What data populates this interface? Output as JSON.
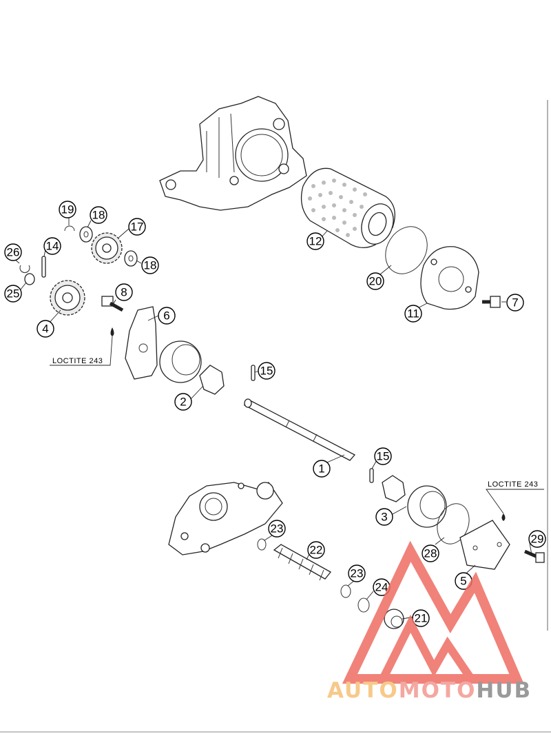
{
  "callouts": [
    {
      "label": "1"
    },
    {
      "label": "2"
    },
    {
      "label": "3"
    },
    {
      "label": "4"
    },
    {
      "label": "5"
    },
    {
      "label": "6"
    },
    {
      "label": "7"
    },
    {
      "label": "8"
    },
    {
      "label": "11"
    },
    {
      "label": "12"
    },
    {
      "label": "14"
    },
    {
      "label": "15"
    },
    {
      "label": "15"
    },
    {
      "label": "17"
    },
    {
      "label": "18"
    },
    {
      "label": "18"
    },
    {
      "label": "19"
    },
    {
      "label": "20"
    },
    {
      "label": "21"
    },
    {
      "label": "22"
    },
    {
      "label": "23"
    },
    {
      "label": "23"
    },
    {
      "label": "24"
    },
    {
      "label": "25"
    },
    {
      "label": "26"
    },
    {
      "label": "28"
    },
    {
      "label": "29"
    }
  ],
  "annotations": {
    "loctite_left": "LOCTITE 243",
    "loctite_right": "LOCTITE 243"
  },
  "watermark": {
    "part1": "AUTO",
    "part2": "MOTO",
    "part3": "HUB",
    "color_auto": "#f7c98a",
    "color_moto": "#f4a7a0",
    "color_hub": "#9a9a9a",
    "logo_color": "#ee6d63"
  }
}
